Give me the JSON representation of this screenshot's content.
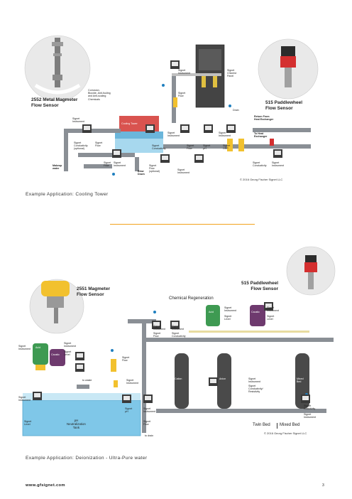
{
  "top": {
    "magmeter_title": "2552 Metal Magmeter\nFlow Sensor",
    "paddle_title": "515 Paddlewheel\nFlow Sensor",
    "corrosion": "Corrosion,\nBiocide, Anti-fouling\nand Anti-scaling\nChemicals",
    "cooling_tower": "Cooling Tower",
    "signet_instrument": "Signet\nInstrument",
    "signet_flow": "Signet\nFlow",
    "signet_chlorine": "Signet\nChlorine\nPanel",
    "signet_conductivity_opt": "Signet\nConductivity\n(optional)",
    "signet_conductivity": "Signet\nConductivity",
    "signet_ph": "Signet\npH",
    "signet_orp": "Signet\nORP",
    "signet_flow_opt": "Signet\nFlow\n(optional)",
    "drain": "Drain",
    "return_from": "Return From\nHeat Exchanger",
    "to_heat": "To Heat\nExchanger",
    "makeup": "Makeup\nwater",
    "blow_down": "Blow\nDown",
    "copyright": "© 2016 Georg Fischer Signet LLC",
    "caption": "Example Application: Cooling Tower"
  },
  "bottom": {
    "magmeter_title": "2551 Magmeter\nFlow Sensor",
    "paddle_title": "515 Paddlewheel\nFlow Sensor",
    "chem_regen": "Chemical Regeneration",
    "acid": "Acid",
    "caustic": "Caustic",
    "cation": "Cation",
    "anion": "Anion",
    "mixed_bed": "Mixed\nBed",
    "signet_instrument": "Signet\nInstrument",
    "signet_level": "Signet\nLevel",
    "signet_flow": "Signet\nFlow",
    "signet_conductivity": "Signet\nConductivity",
    "signet_ph": "Signet\npH",
    "signet_cond_res": "Signet\nConductivity/\nResistivity",
    "signet_resistivity": "Signet\nResistivity",
    "to_waste": "to waste",
    "tank": "pH\nNeutralization\nTank",
    "to_drain": "to drain",
    "twin_bed": "Twin Bed",
    "mixed_bed_label": "Mixed Bed",
    "copyright": "© 2016 Georg Fischer Signet LLC",
    "caption": "Example Application: Deionization - Ultra-Pure water"
  },
  "footer": {
    "url": "www.gfsignet.com",
    "page": "3"
  },
  "colors": {
    "orange_rule": "#f3a21d",
    "pipe_gray": "#8a8f95",
    "water_blue": "#7fc7e8",
    "tower_red": "#d9534f",
    "yellow_sensor": "#f2c12e",
    "acid_green": "#3e9a52",
    "caustic_purple": "#6e3a6e"
  }
}
